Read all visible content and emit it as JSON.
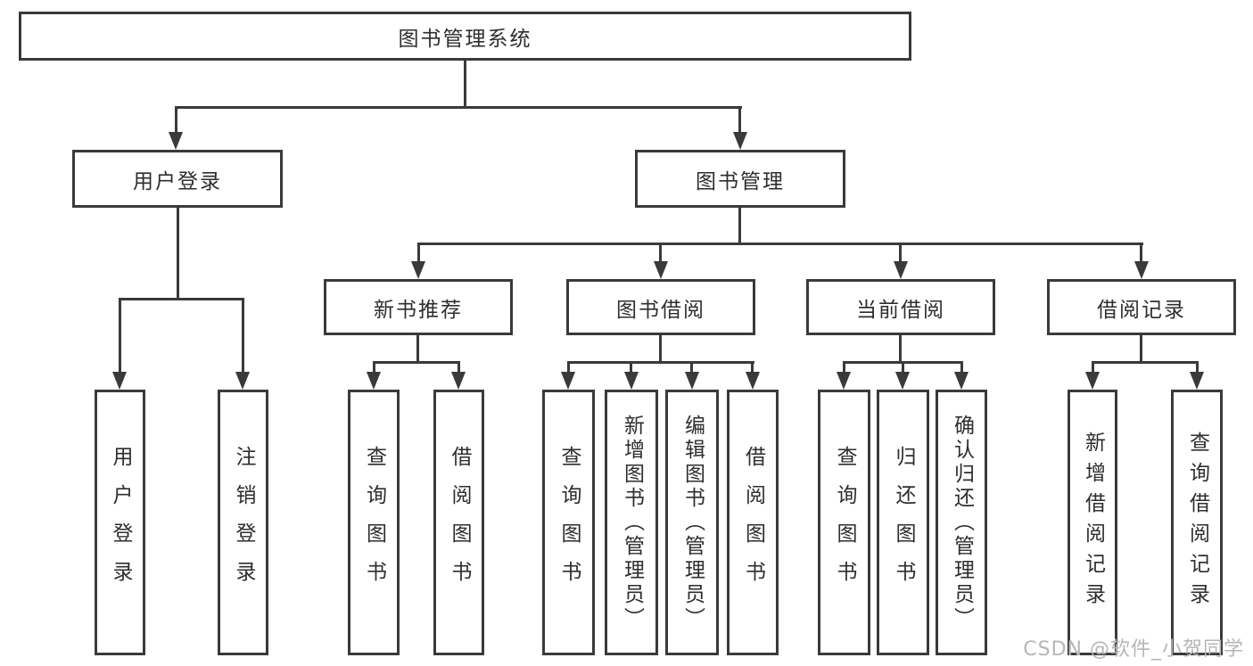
{
  "diagram": {
    "root": {
      "label": "图书管理系统"
    },
    "level2": [
      {
        "label": "用户登录"
      },
      {
        "label": "图书管理"
      }
    ],
    "level3": [
      {
        "label": "新书推荐"
      },
      {
        "label": "图书借阅"
      },
      {
        "label": "当前借阅"
      },
      {
        "label": "借阅记录"
      }
    ],
    "leaves": {
      "user": [
        {
          "label": "用户登录"
        },
        {
          "label": "注销登录"
        }
      ],
      "newbook": [
        {
          "label": "查询图书"
        },
        {
          "label": "借阅图书"
        }
      ],
      "borrow": [
        {
          "label": "查询图书"
        },
        {
          "label": "新增图书（管理员）"
        },
        {
          "label": "编辑图书（管理员）"
        },
        {
          "label": "借阅图书"
        }
      ],
      "current": [
        {
          "label": "查询图书"
        },
        {
          "label": "归还图书"
        },
        {
          "label": "确认归还（管理员）"
        }
      ],
      "records": [
        {
          "label": "新增借阅记录"
        },
        {
          "label": "查询借阅记录"
        }
      ]
    }
  },
  "watermark": {
    "text": "CSDN @软件_小贺同学"
  },
  "colors": {
    "line": "#3a3a3a",
    "text": "#2e2e2e",
    "background": "#ffffff",
    "watermark": "#b6b6b6"
  }
}
